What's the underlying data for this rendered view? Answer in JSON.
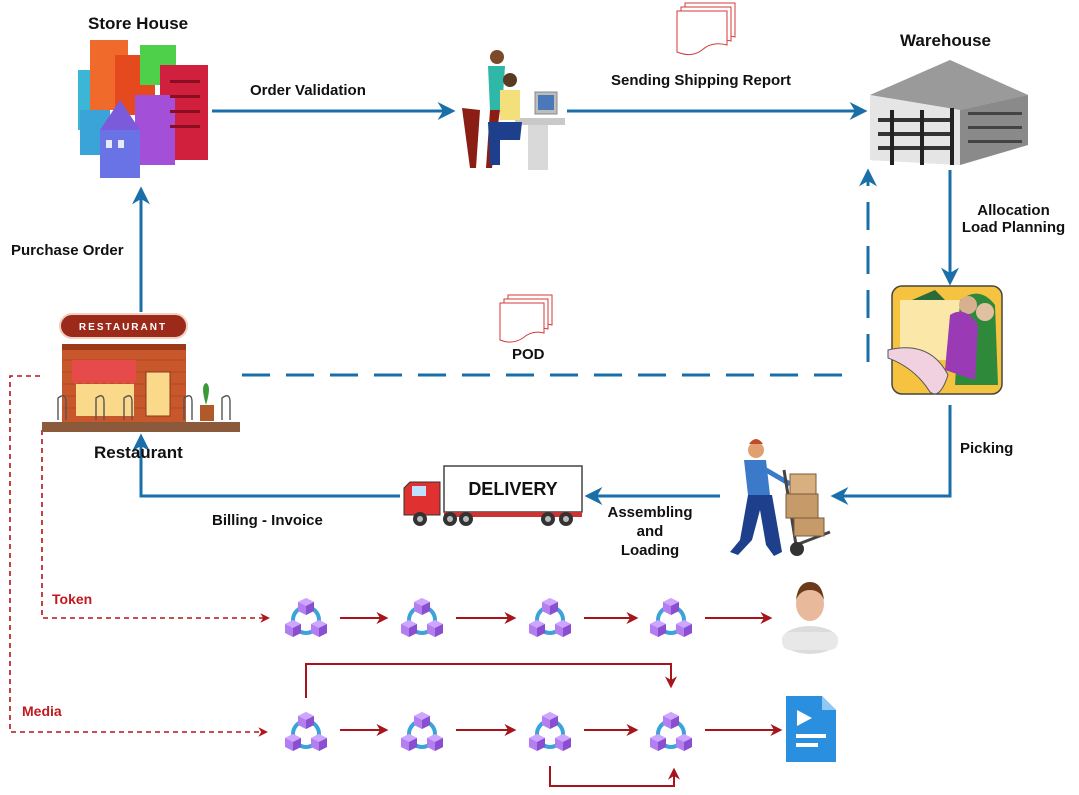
{
  "nodes": {
    "store_house": "Store House",
    "warehouse": "Warehouse",
    "restaurant": "Restaurant",
    "restaurant_sign": "RESTAURANT",
    "delivery_truck": "DELIVERY"
  },
  "edges": {
    "order_validation": "Order Validation",
    "sending_shipping_report": "Sending Shipping Report",
    "purchase_order": "Purchase Order",
    "allocation_line1": "Allocation",
    "allocation_line2": "Load Planning",
    "pod": "POD",
    "picking": "Picking",
    "assembling_line1": "Assembling",
    "assembling_line2": "and",
    "assembling_line3": "Loading",
    "billing_invoice": "Billing - Invoice"
  },
  "blockchain": {
    "token_label": "Token",
    "media_label": "Media"
  },
  "colors": {
    "flow_blue": "#1a6fa8",
    "chain_red": "#a8141b",
    "dashed_red": "#b3141b",
    "cube_purple": "#a56be0",
    "ring_blue": "#3aa3d8"
  }
}
